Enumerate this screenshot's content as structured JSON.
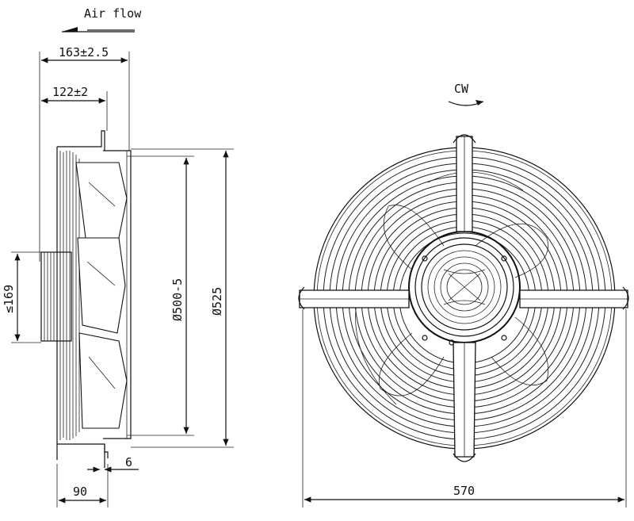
{
  "side_view": {
    "airflow_label": "Air flow",
    "dim_overall_depth": "163±2.5",
    "dim_guard_depth": "122±2",
    "dim_hub_diameter": "≤169",
    "dim_blade_diameter": "Ø500-5",
    "dim_ring_diameter": "Ø525",
    "dim_flange_thickness": "6",
    "dim_motor_depth": "90"
  },
  "front_view": {
    "rotation_label": "CW",
    "dim_overall_width": "570"
  }
}
